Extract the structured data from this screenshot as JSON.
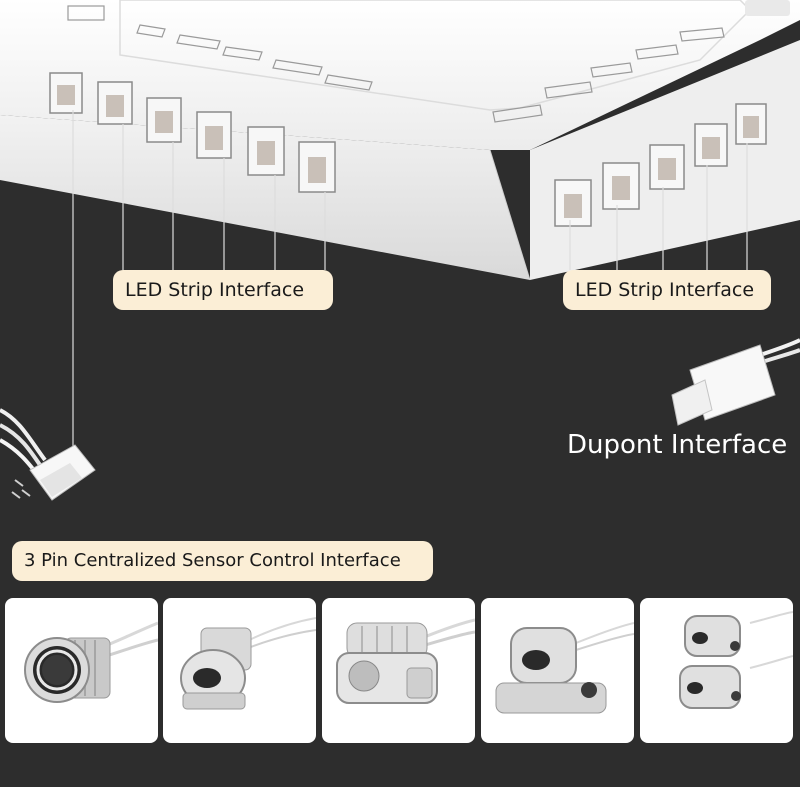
{
  "labels": {
    "led_strip_left": "LED Strip Interface",
    "led_strip_right": "LED Strip Interface",
    "dupont": "Dupont Interface",
    "sensor_control": "3 Pin Centralized Sensor Control Interface"
  },
  "sensors": [
    {
      "name": "touch-switch-sensor"
    },
    {
      "name": "door-sensor"
    },
    {
      "name": "pir-motion-sensor"
    },
    {
      "name": "hand-wave-sensor"
    },
    {
      "name": "dual-door-sensor"
    }
  ],
  "colors": {
    "background": "#2d2d2d",
    "controller_body": "#f4f4f4",
    "label_pill": "#fbeed6",
    "text_dark": "#1a1a1a",
    "text_light": "#ffffff"
  }
}
